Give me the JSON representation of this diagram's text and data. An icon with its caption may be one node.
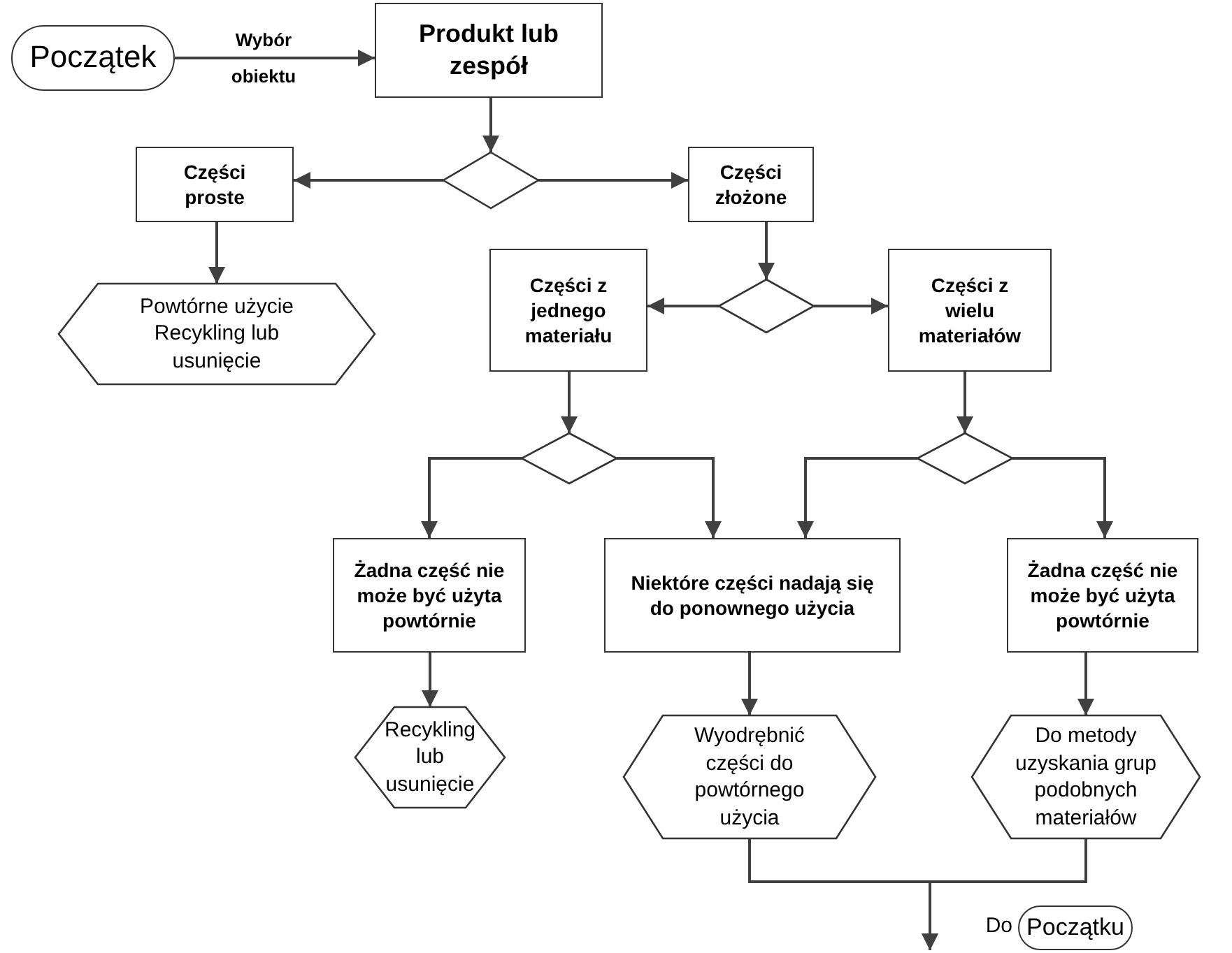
{
  "diagram": {
    "nodes": [
      {
        "text": [
          "Początek"
        ]
      },
      {
        "text": [
          "Produkt lub zespół"
        ]
      },
      {
        "text": [],
        "shape": "diamond"
      },
      {
        "text": [
          "Części proste"
        ]
      },
      {
        "text": [
          "Części złożone"
        ]
      },
      {
        "text": [
          "Powtórne użycie Recykling lub usunięcie"
        ]
      },
      {
        "text": [
          "Części z jednego materiału"
        ]
      },
      {
        "text": [],
        "shape": "diamond"
      },
      {
        "text": [
          "Części z wielu materiałów"
        ]
      },
      {
        "text": [],
        "shape": "diamond"
      },
      {
        "text": [],
        "shape": "diamond"
      },
      {
        "text": [
          "Żadna część nie może być użyta powtórnie"
        ]
      },
      {
        "text": [
          "Niektóre części nadają się do ponownego użycia"
        ]
      },
      {
        "text": [
          "Żadna część nie może być użyta powtórnie"
        ]
      },
      {
        "text": [
          "Recykling lub usunięcie"
        ]
      },
      {
        "text": [
          "Wyodrębnić części do powtórnego użycia"
        ]
      },
      {
        "text": [
          "Do metody uzyskania grup podobnych materiałów"
        ]
      },
      {
        "text": [
          "Początku"
        ],
        "beside": [
          "Do"
        ]
      }
    ],
    "edges": [
      {
        "from": 0,
        "to": 1,
        "arrow": "to",
        "label": "Wybór obiektu"
      },
      {
        "from": 1,
        "to": 2,
        "arrow": "to"
      },
      {
        "from": 2,
        "to": 3,
        "arrow": "to"
      },
      {
        "from": 2,
        "to": 4,
        "arrow": "to"
      },
      {
        "from": 3,
        "to": 5,
        "arrow": "to"
      },
      {
        "from": 4,
        "to": 7,
        "arrow": "to"
      },
      {
        "from": 7,
        "to": 6,
        "arrow": "to"
      },
      {
        "from": 7,
        "to": 8,
        "arrow": "to"
      },
      {
        "from": 6,
        "to": 9,
        "arrow": "to"
      },
      {
        "from": 8,
        "to": 10,
        "arrow": "to"
      },
      {
        "from": 9,
        "to": 11,
        "arrow": "to"
      },
      {
        "from": 9,
        "to": 12,
        "arrow": "to"
      },
      {
        "from": 10,
        "to": 12,
        "arrow": "to"
      },
      {
        "from": 10,
        "to": 13,
        "arrow": "to"
      },
      {
        "from": 11,
        "to": 14,
        "arrow": "to"
      },
      {
        "from": 12,
        "to": 15,
        "arrow": "to"
      },
      {
        "from": 13,
        "to": 16,
        "arrow": "to"
      },
      {
        "from": 15,
        "to": null,
        "arrow": "to"
      },
      {
        "from": 16,
        "to": null,
        "arrow": "to"
      }
    ]
  }
}
